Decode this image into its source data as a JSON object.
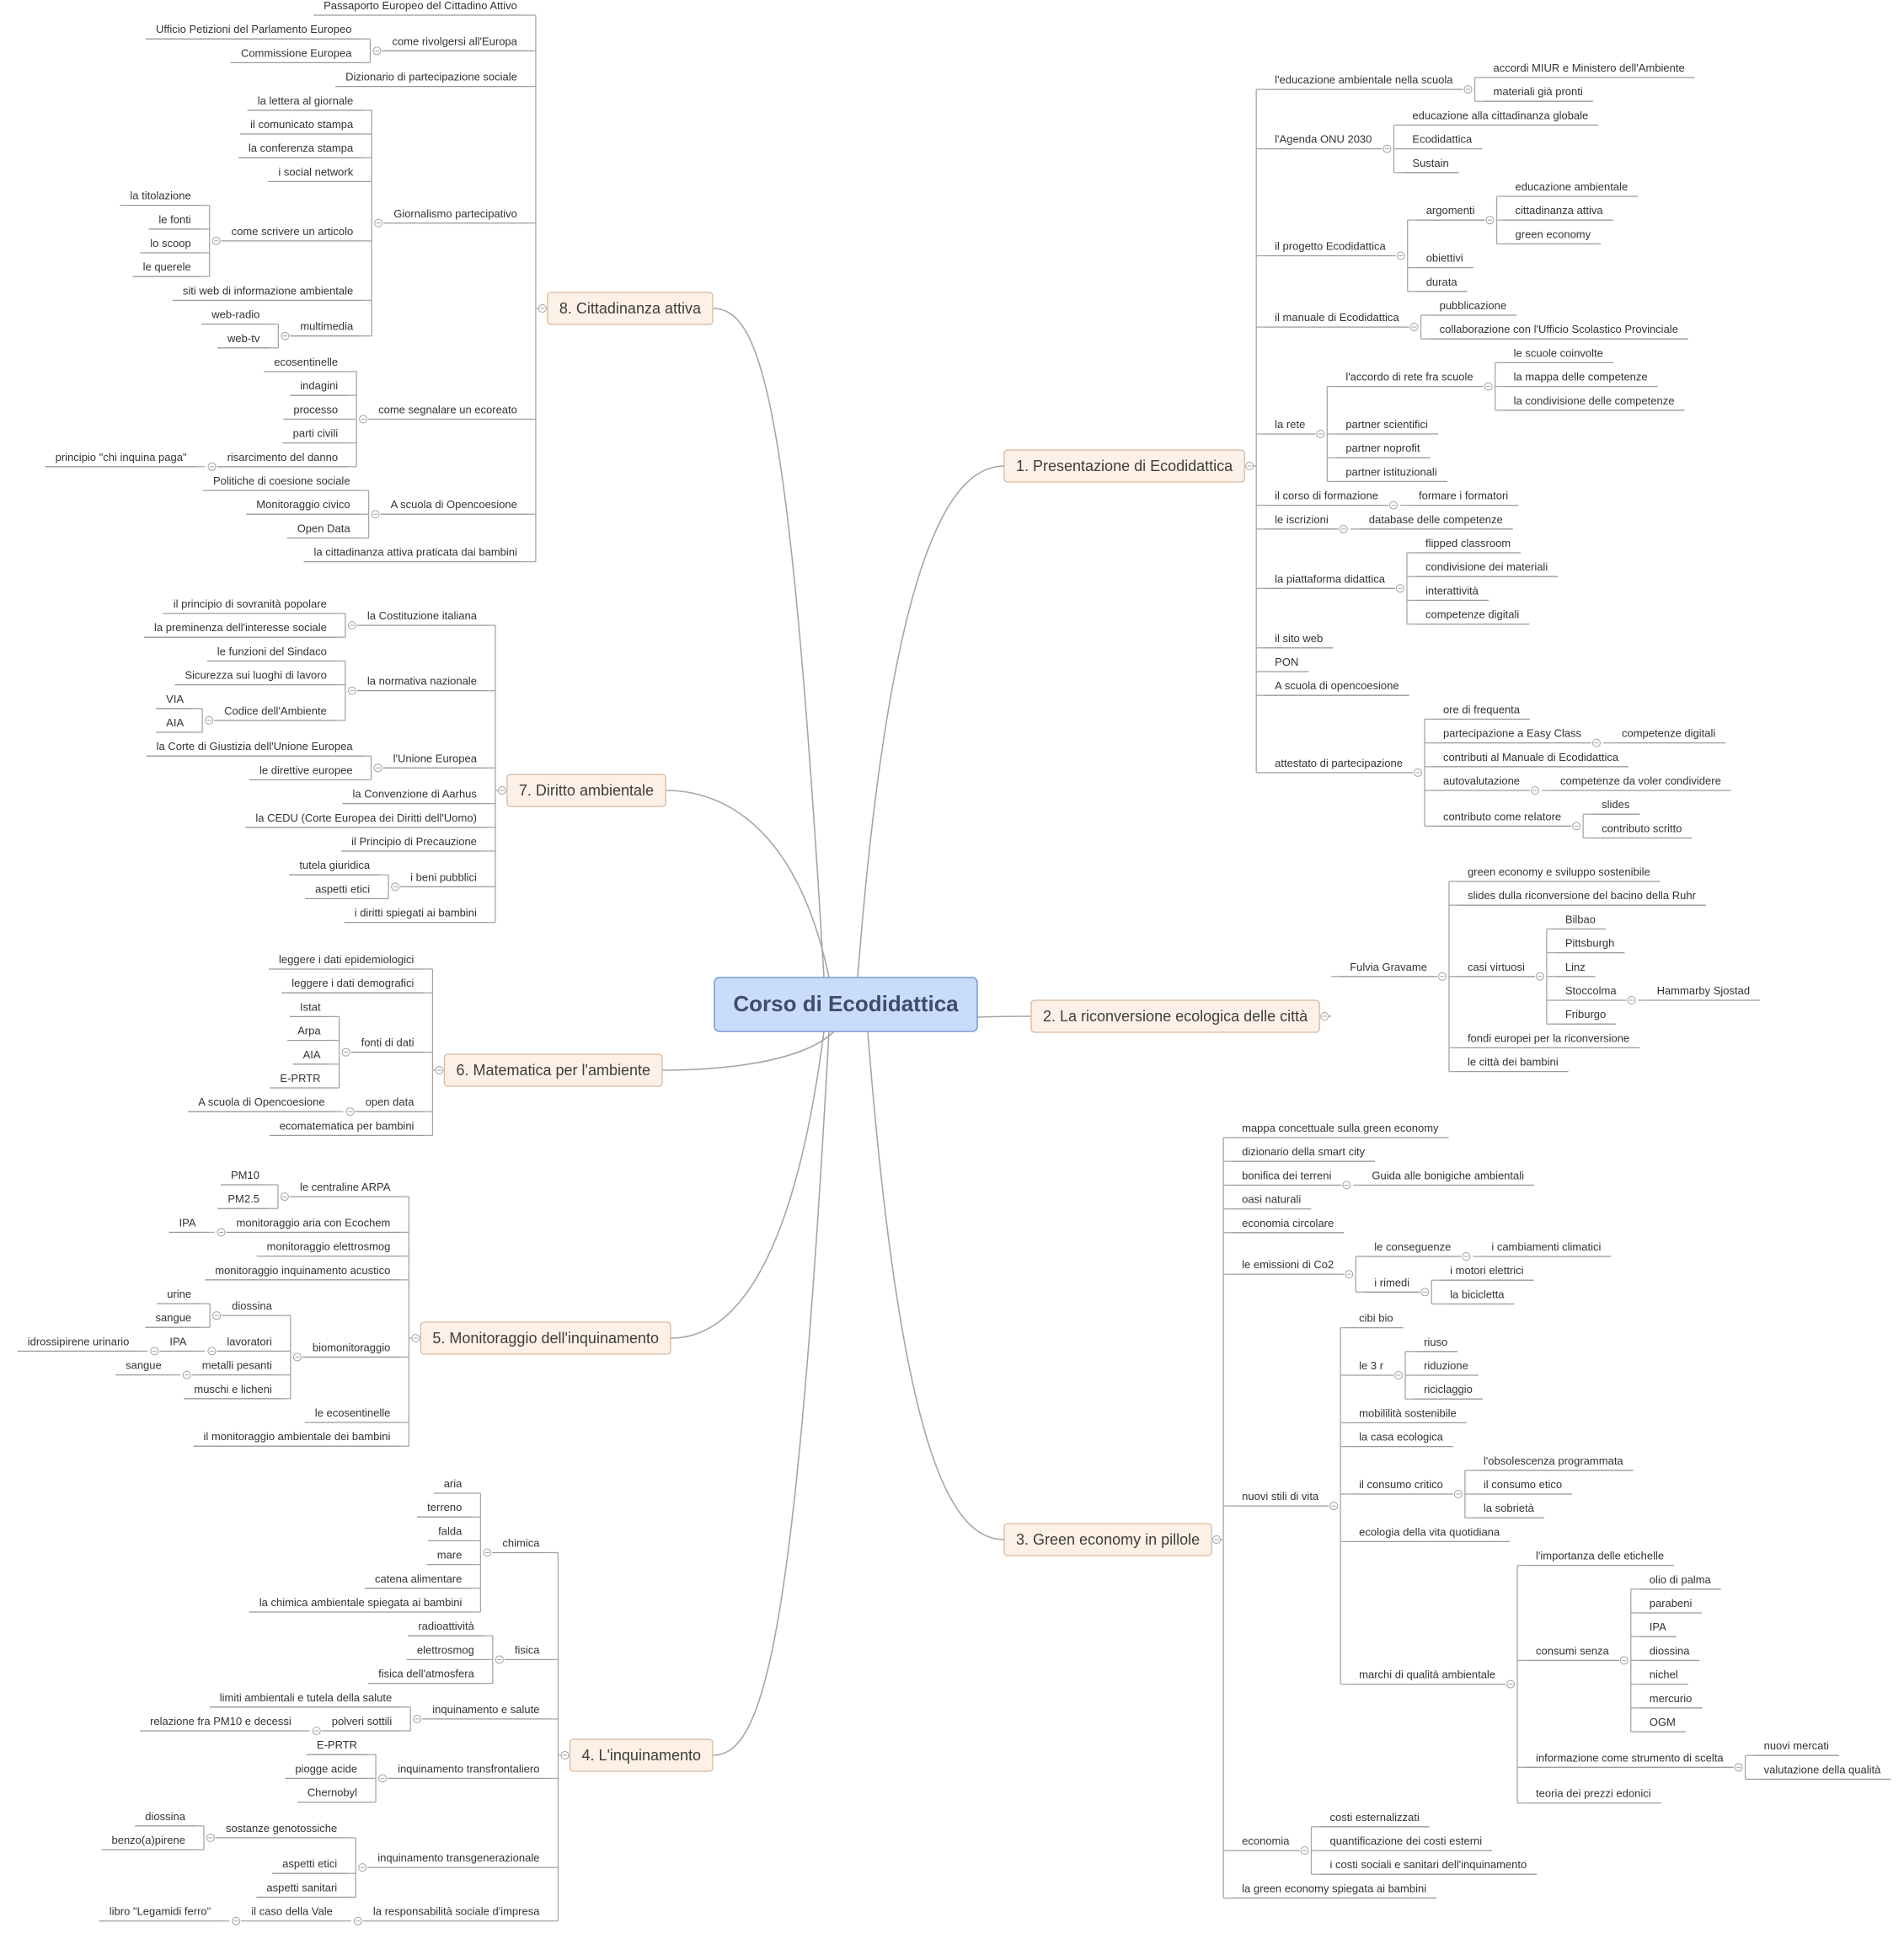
{
  "center": "Corso di Ecodidattica",
  "topics": [
    {
      "t": "1. Presentazione di Ecodidattica",
      "side": "R",
      "c": [
        {
          "t": "l'educazione ambientale nella scuola",
          "c": [
            {
              "t": "accordi MIUR e Ministero dell'Ambiente"
            },
            {
              "t": "materiali già pronti"
            }
          ]
        },
        {
          "t": "l'Agenda ONU 2030",
          "c": [
            {
              "t": "educazione alla cittadinanza globale"
            },
            {
              "t": "Ecodidattica"
            },
            {
              "t": "Sustain"
            }
          ]
        },
        {
          "t": "il progetto Ecodidattica",
          "c": [
            {
              "t": "argomenti",
              "c": [
                {
                  "t": "educazione ambientale"
                },
                {
                  "t": "cittadinanza attiva"
                },
                {
                  "t": "green economy"
                }
              ]
            },
            {
              "t": "obiettivi"
            },
            {
              "t": "durata"
            }
          ]
        },
        {
          "t": "il manuale di Ecodidattica",
          "c": [
            {
              "t": "pubblicazione"
            },
            {
              "t": "collaborazione con l'Ufficio Scolastico Provinciale"
            }
          ]
        },
        {
          "t": "la rete",
          "c": [
            {
              "t": "l'accordo di rete fra scuole",
              "c": [
                {
                  "t": "le scuole coinvolte"
                },
                {
                  "t": "la mappa delle competenze"
                },
                {
                  "t": "la condivisione delle competenze"
                }
              ]
            },
            {
              "t": "partner scientifici"
            },
            {
              "t": "partner noprofit"
            },
            {
              "t": "partner istituzionali"
            }
          ]
        },
        {
          "t": "il corso di formazione",
          "c": [
            {
              "t": "formare i formatori"
            }
          ]
        },
        {
          "t": "le iscrizioni",
          "c": [
            {
              "t": "database delle competenze"
            }
          ]
        },
        {
          "t": "la piattaforma didattica",
          "c": [
            {
              "t": "flipped classroom"
            },
            {
              "t": "condivisione dei materiali"
            },
            {
              "t": "interattività"
            },
            {
              "t": "competenze digitali"
            }
          ]
        },
        {
          "t": "il sito web"
        },
        {
          "t": "PON"
        },
        {
          "t": "A scuola di opencoesione"
        },
        {
          "t": "attestato di partecipazione",
          "c": [
            {
              "t": "ore di frequenta"
            },
            {
              "t": "partecipazione a Easy Class",
              "c": [
                {
                  "t": "competenze digitali"
                }
              ]
            },
            {
              "t": "contributi al Manuale di Ecodidattica"
            },
            {
              "t": "autovalutazione",
              "c": [
                {
                  "t": "competenze da voler condividere"
                }
              ]
            },
            {
              "t": "contributo come relatore",
              "c": [
                {
                  "t": "slides"
                },
                {
                  "t": "contributo scritto"
                }
              ]
            }
          ]
        }
      ]
    },
    {
      "t": "2. La riconversione ecologica delle città",
      "side": "R",
      "c": [
        {
          "t": "Fulvia Gravame",
          "c": [
            {
              "t": "green economy e sviluppo sostenibile"
            },
            {
              "t": "slides dulla riconversione del bacino della Ruhr"
            },
            {
              "t": "casi virtuosi",
              "c": [
                {
                  "t": "Bilbao"
                },
                {
                  "t": "Pittsburgh"
                },
                {
                  "t": "Linz"
                },
                {
                  "t": "Stoccolma",
                  "c": [
                    {
                      "t": "Hammarby Sjostad"
                    }
                  ]
                },
                {
                  "t": "Friburgo"
                }
              ]
            },
            {
              "t": "fondi europei per la riconversione"
            },
            {
              "t": "le città dei bambini"
            }
          ]
        }
      ]
    },
    {
      "t": "3. Green economy in pillole",
      "side": "R",
      "c": [
        {
          "t": "mappa concettuale sulla green economy"
        },
        {
          "t": "dizionario della smart city"
        },
        {
          "t": "bonifica dei terreni",
          "c": [
            {
              "t": "Guida alle bonigiche ambientali"
            }
          ]
        },
        {
          "t": "oasi naturali"
        },
        {
          "t": "economia circolare"
        },
        {
          "t": "le emissioni di Co2",
          "c": [
            {
              "t": "le conseguenze",
              "c": [
                {
                  "t": "i cambiamenti climatici"
                }
              ]
            },
            {
              "t": "i rimedi",
              "c": [
                {
                  "t": "i motori elettrici"
                },
                {
                  "t": "la bicicletta"
                }
              ]
            }
          ]
        },
        {
          "t": "nuovi stili di vita",
          "c": [
            {
              "t": "cibi bio"
            },
            {
              "t": "le 3 r",
              "c": [
                {
                  "t": "riuso"
                },
                {
                  "t": "riduzione"
                },
                {
                  "t": "riciclaggio"
                }
              ]
            },
            {
              "t": "mobililità sostenibile"
            },
            {
              "t": "la casa ecologica"
            },
            {
              "t": "il consumo critico",
              "c": [
                {
                  "t": "l'obsolescenza programmata"
                },
                {
                  "t": "il consumo etico"
                },
                {
                  "t": "la sobrietà"
                }
              ]
            },
            {
              "t": "ecologia della vita quotidiana"
            },
            {
              "t": "marchi di qualità ambientale",
              "c": [
                {
                  "t": "l'importanza delle etichelle"
                },
                {
                  "t": "consumi senza",
                  "c": [
                    {
                      "t": "olio di palma"
                    },
                    {
                      "t": "parabeni"
                    },
                    {
                      "t": "IPA"
                    },
                    {
                      "t": "diossina"
                    },
                    {
                      "t": "nichel"
                    },
                    {
                      "t": "mercurio"
                    },
                    {
                      "t": "OGM"
                    }
                  ]
                },
                {
                  "t": "informazione come strumento di scelta",
                  "c": [
                    {
                      "t": "nuovi mercati"
                    },
                    {
                      "t": "valutazione della qualità"
                    }
                  ]
                },
                {
                  "t": "teoria dei prezzi edonici"
                }
              ]
            }
          ]
        },
        {
          "t": "economia",
          "c": [
            {
              "t": "costi esternalizzati"
            },
            {
              "t": "quantificazione dei costi esterni"
            },
            {
              "t": "i costi sociali e sanitari dell'inquinamento"
            }
          ]
        },
        {
          "t": "la green economy spiegata ai bambini"
        }
      ]
    },
    {
      "t": "8. Cittadinanza attiva",
      "side": "L",
      "c": [
        {
          "t": "Passaporto Europeo del Cittadino Attivo"
        },
        {
          "t": "come rivolgersi all'Europa",
          "c": [
            {
              "t": "Ufficio Petizioni del Parlamento Europeo"
            },
            {
              "t": "Commissione Europea"
            }
          ]
        },
        {
          "t": "Dizionario di partecipazione sociale"
        },
        {
          "t": "Giornalismo partecipativo",
          "c": [
            {
              "t": "la lettera al giornale"
            },
            {
              "t": "il comunicato stampa"
            },
            {
              "t": "la conferenza stampa"
            },
            {
              "t": "i social network"
            },
            {
              "t": "come scrivere un articolo",
              "c": [
                {
                  "t": "la titolazione"
                },
                {
                  "t": "le fonti"
                },
                {
                  "t": "lo scoop"
                },
                {
                  "t": "le querele"
                }
              ]
            },
            {
              "t": "siti web di informazione ambientale"
            },
            {
              "t": "multimedia",
              "c": [
                {
                  "t": "web-radio"
                },
                {
                  "t": "web-tv"
                }
              ]
            }
          ]
        },
        {
          "t": "come segnalare un ecoreato",
          "c": [
            {
              "t": "ecosentinelle"
            },
            {
              "t": "indagini"
            },
            {
              "t": "processo"
            },
            {
              "t": "parti civili"
            },
            {
              "t": "risarcimento del danno",
              "c": [
                {
                  "t": "principio \"chi inquina paga\""
                }
              ]
            }
          ]
        },
        {
          "t": "A scuola di Opencoesione",
          "c": [
            {
              "t": "Politiche di coesione sociale"
            },
            {
              "t": "Monitoraggio civico"
            },
            {
              "t": "Open Data"
            }
          ]
        },
        {
          "t": "la cittadinanza attiva praticata dai bambini"
        }
      ]
    },
    {
      "t": "7. Diritto ambientale",
      "side": "L",
      "c": [
        {
          "t": "la Costituzione italiana",
          "c": [
            {
              "t": "il principio di sovranità popolare"
            },
            {
              "t": "la preminenza dell'interesse sociale"
            }
          ]
        },
        {
          "t": "la normativa nazionale",
          "c": [
            {
              "t": "le funzioni del Sindaco"
            },
            {
              "t": "Sicurezza sui luoghi di lavoro"
            },
            {
              "t": "Codice dell'Ambiente",
              "c": [
                {
                  "t": "VIA"
                },
                {
                  "t": "AIA"
                }
              ]
            }
          ]
        },
        {
          "t": "l'Unione Europea",
          "c": [
            {
              "t": "la Corte di Giustizia dell'Unione Europea"
            },
            {
              "t": "le direttive europee"
            }
          ]
        },
        {
          "t": "la Convenzione di Aarhus"
        },
        {
          "t": "la CEDU (Corte Europea dei Diritti dell'Uomo)"
        },
        {
          "t": "il Principio di Precauzione"
        },
        {
          "t": "i beni pubblici",
          "c": [
            {
              "t": "tutela giuridica"
            },
            {
              "t": "aspetti etici"
            }
          ]
        },
        {
          "t": "i diritti spiegati ai bambini"
        }
      ]
    },
    {
      "t": "6. Matematica per l'ambiente",
      "side": "L",
      "c": [
        {
          "t": "leggere i dati epidemiologici"
        },
        {
          "t": "leggere i dati demografici"
        },
        {
          "t": "fonti di dati",
          "c": [
            {
              "t": "Istat"
            },
            {
              "t": "Arpa"
            },
            {
              "t": "AIA"
            },
            {
              "t": "E-PRTR"
            }
          ]
        },
        {
          "t": "open data",
          "c": [
            {
              "t": "A scuola di Opencoesione"
            }
          ]
        },
        {
          "t": "ecomatematica per bambini"
        }
      ]
    },
    {
      "t": "5. Monitoraggio dell'inquinamento",
      "side": "L",
      "c": [
        {
          "t": "le centraline ARPA",
          "c": [
            {
              "t": "PM10"
            },
            {
              "t": "PM2.5"
            }
          ]
        },
        {
          "t": "monitoraggio aria con Ecochem",
          "c": [
            {
              "t": "IPA"
            }
          ]
        },
        {
          "t": "monitoraggio elettrosmog"
        },
        {
          "t": "monitoraggio inquinamento acustico"
        },
        {
          "t": "biomonitoraggio",
          "c": [
            {
              "t": "diossina",
              "c": [
                {
                  "t": "urine"
                },
                {
                  "t": "sangue"
                }
              ]
            },
            {
              "t": "lavoratori",
              "c": [
                {
                  "t": "IPA",
                  "c": [
                    {
                      "t": "idrossipirene urinario"
                    }
                  ]
                }
              ]
            },
            {
              "t": "metalli pesanti",
              "c": [
                {
                  "t": "sangue"
                }
              ]
            },
            {
              "t": "muschi e licheni"
            }
          ]
        },
        {
          "t": "le ecosentinelle"
        },
        {
          "t": "il monitoraggio ambientale dei bambini"
        }
      ]
    },
    {
      "t": "4. L'inquinamento",
      "side": "L",
      "c": [
        {
          "t": "chimica",
          "c": [
            {
              "t": "aria"
            },
            {
              "t": "terreno"
            },
            {
              "t": "falda"
            },
            {
              "t": "mare"
            },
            {
              "t": "catena alimentare"
            },
            {
              "t": "la chimica ambientale spiegata ai bambini"
            }
          ]
        },
        {
          "t": "fisica",
          "c": [
            {
              "t": "radioattività"
            },
            {
              "t": "elettrosmog"
            },
            {
              "t": "fisica dell'atmosfera"
            }
          ]
        },
        {
          "t": "inquinamento e salute",
          "c": [
            {
              "t": "limiti ambientali e tutela della salute"
            },
            {
              "t": "polveri sottili",
              "c": [
                {
                  "t": "relazione fra PM10 e decessi"
                }
              ]
            }
          ]
        },
        {
          "t": "inquinamento transfrontaliero",
          "c": [
            {
              "t": "E-PRTR"
            },
            {
              "t": "piogge acide"
            },
            {
              "t": "Chernobyl"
            }
          ]
        },
        {
          "t": "inquinamento transgenerazionale",
          "c": [
            {
              "t": "sostanze genotossiche",
              "c": [
                {
                  "t": "diossina"
                },
                {
                  "t": "benzo(a)pirene"
                }
              ]
            },
            {
              "t": "aspetti etici"
            },
            {
              "t": "aspetti sanitari"
            }
          ]
        },
        {
          "t": "la responsabilità sociale d'impresa",
          "c": [
            {
              "t": "il caso della Vale",
              "c": [
                {
                  "t": "libro \"Legamidi ferro\""
                }
              ]
            }
          ]
        }
      ]
    }
  ]
}
